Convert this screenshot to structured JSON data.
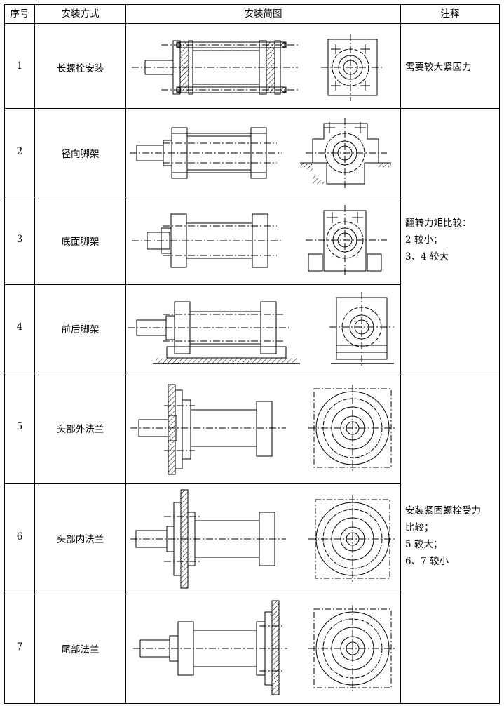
{
  "table": {
    "headers": [
      "序号",
      "安装方式",
      "安装简图",
      "注释"
    ],
    "rows": [
      {
        "no": "1",
        "method": "长螺栓安装"
      },
      {
        "no": "2",
        "method": "径向脚架"
      },
      {
        "no": "3",
        "method": "底面脚架"
      },
      {
        "no": "4",
        "method": "前后脚架"
      },
      {
        "no": "5",
        "method": "头部外法兰"
      },
      {
        "no": "6",
        "method": "头部内法兰"
      },
      {
        "no": "7",
        "method": "尾部法兰"
      }
    ],
    "notes": {
      "row1": "需要较大紧固力",
      "group_2_4": [
        "翻转力矩比较：",
        "2 较小；",
        "3、4 较大"
      ],
      "group_5_7": [
        "安装紧固螺栓受力",
        "比较；",
        "5 较大；",
        "6、7 较小"
      ]
    }
  }
}
